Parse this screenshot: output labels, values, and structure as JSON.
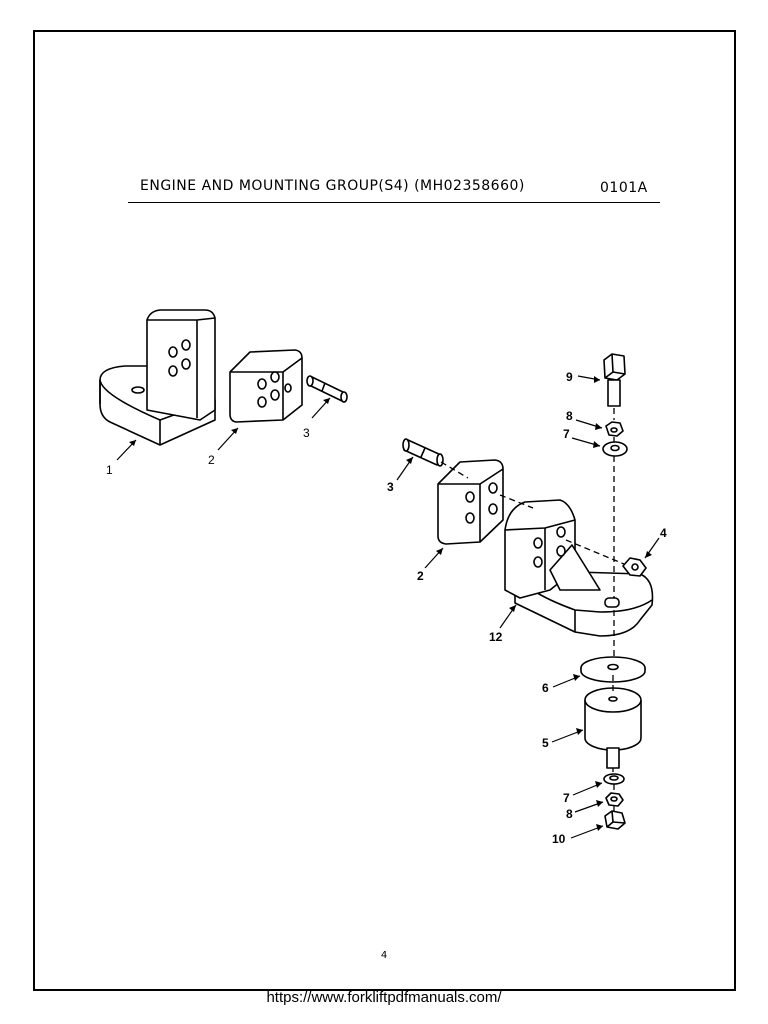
{
  "header": {
    "title": "ENGINE AND MOUNTING GROUP(S4) (MH02358660)",
    "code": "0101A"
  },
  "left_callouts": [
    "1",
    "2",
    "3"
  ],
  "right_callouts": [
    "9",
    "8",
    "7",
    "3",
    "4",
    "2",
    "12",
    "6",
    "5",
    "7",
    "8",
    "10"
  ],
  "page_number": "4",
  "footer_url": "https://www.forkliftpdfmanuals.com/"
}
